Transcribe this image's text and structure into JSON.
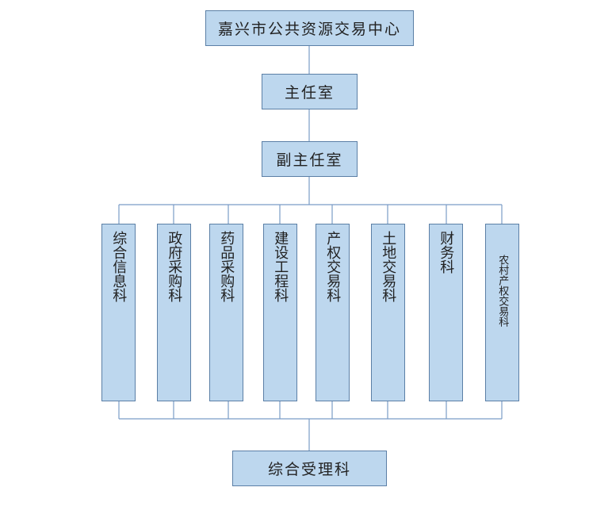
{
  "diagram": {
    "center": {
      "label": "嘉兴市公共资源交易中心"
    },
    "director": {
      "label": "主任室"
    },
    "deputy": {
      "label": "副主任室"
    },
    "departments": [
      {
        "label": "综合信息科"
      },
      {
        "label": "政府采购科"
      },
      {
        "label": "药品采购科"
      },
      {
        "label": "建设工程科"
      },
      {
        "label": "产权交易科"
      },
      {
        "label": "土地交易科"
      },
      {
        "label": "财务科"
      },
      {
        "label": "农村产权交易科"
      }
    ],
    "reception": {
      "label": "综合受理科"
    }
  },
  "colors": {
    "box_fill": "#bdd7ee",
    "box_border": "#5b7fa6",
    "connector": "#7a9cc6"
  }
}
